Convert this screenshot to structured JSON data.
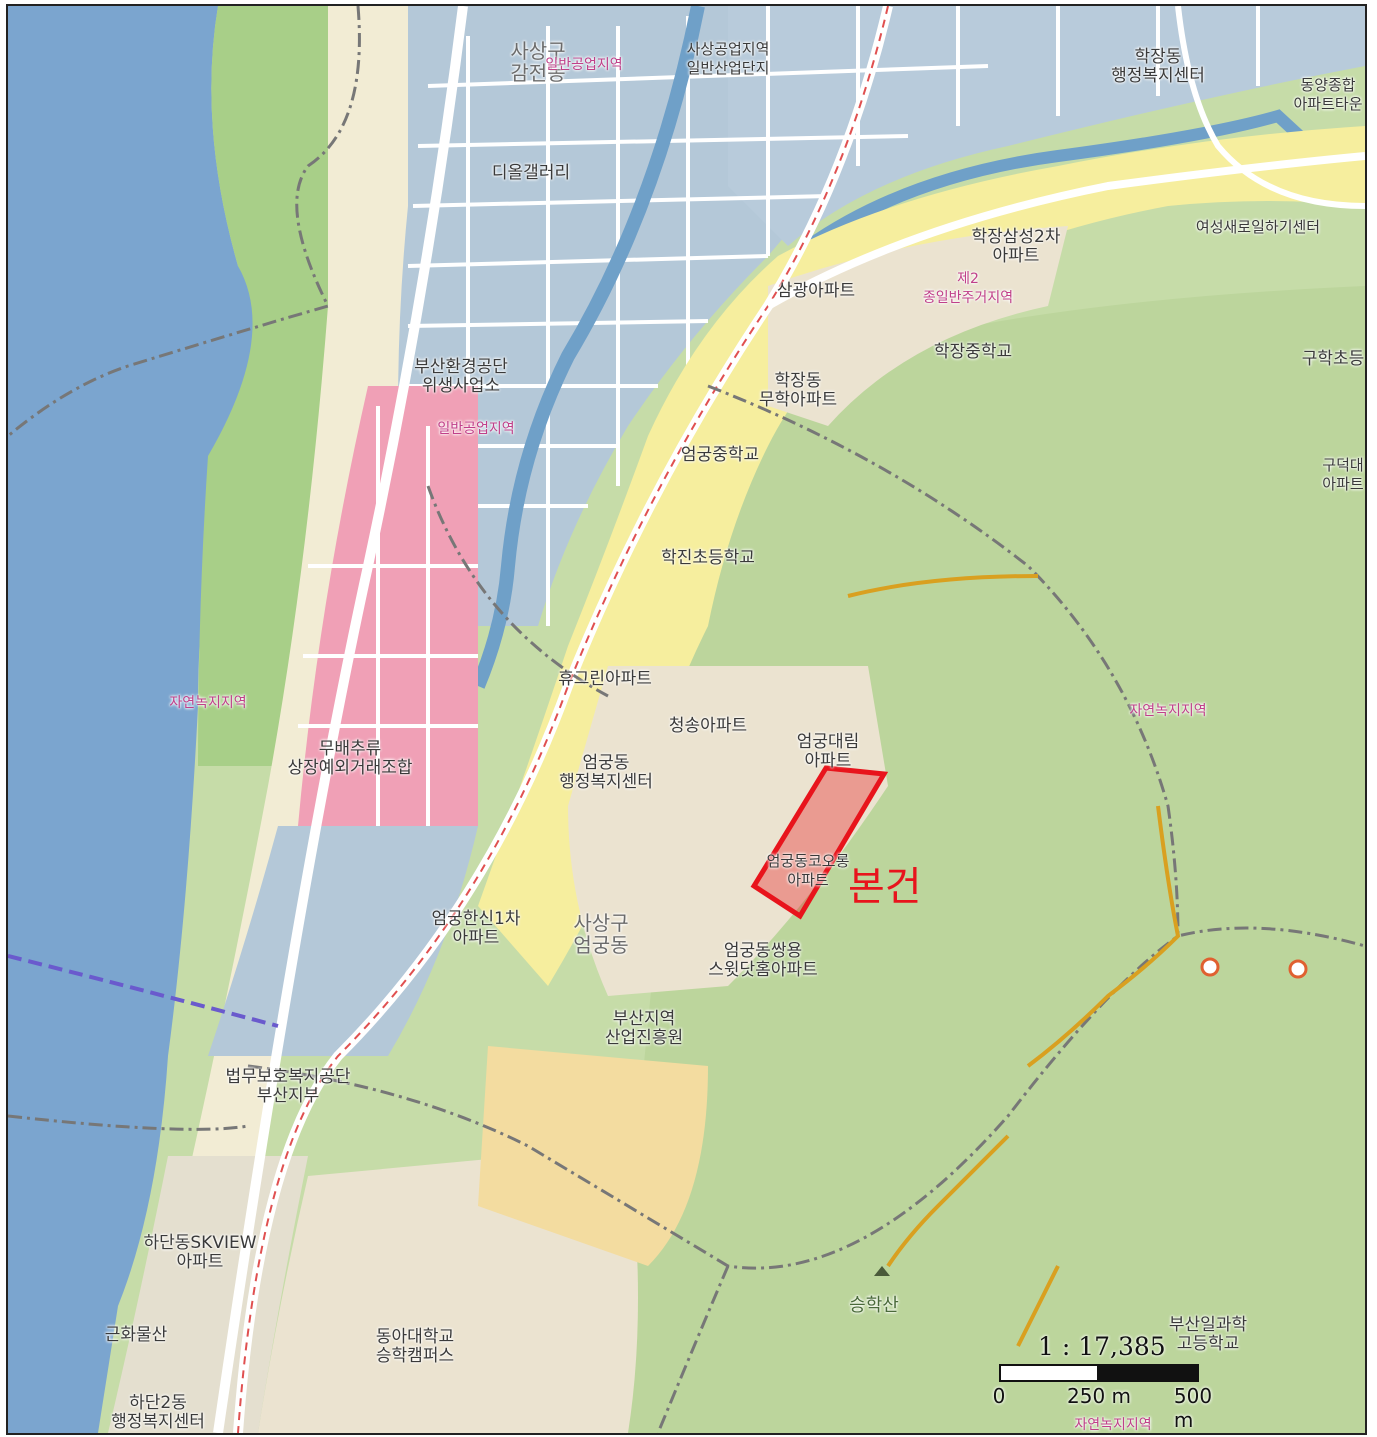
{
  "subject_label": "본건",
  "scale": {
    "ratio": "1 : 17,385",
    "ticks": [
      "0",
      "250 m",
      "500 m"
    ]
  },
  "places": {
    "sasang_gamjeon": "사상구\n감전동",
    "sasang_industrial": "사상공업지역\n일반산업단지",
    "hakjang_office": "학장동\n행정복지센터",
    "dongyang_apt": "동양종합\n아파트타운",
    "diol_gallery": "디올갤러리",
    "hakjang_samsung": "학장삼성2차\n아파트",
    "yeoseong_center": "여성새로일하기센터",
    "samgwang_apt": "삼광아파트",
    "hakjang_middle": "학장중학교",
    "guhak_elem": "구학초등",
    "busan_env": "부산환경공단\n위생사업소",
    "hakjang_muhak": "학장동\n무학아파트",
    "eomgung_middle": "엄궁중학교",
    "gudeok_apt": "구덕대\n아파트",
    "hakjin_elem": "학진초등학교",
    "hugreen_apt": "휴그린아파트",
    "cheongsong_apt": "청송아파트",
    "eomgung_daerim": "엄궁대림\n아파트",
    "eomgung_office": "엄궁동\n행정복지센터",
    "agri_market": "무배추류\n상장예외거래조합",
    "eomgung_corolla": "엄궁동코오롱\n아파트",
    "eomgung_hanshin": "엄궁한신1차\n아파트",
    "sasang_eomgung": "사상구\n엄궁동",
    "eomgung_ssangyong": "엄궁동쌍용\n스윗닷홈아파트",
    "busan_industry": "부산지역\n산업진흥원",
    "legal_welfare": "법무보호복지공단\n부산지부",
    "hadan_skview": "하단동SKVIEW\n아파트",
    "seunghak_mt": "승학산",
    "busan_ilgwa": "부산일과학\n고등학교",
    "geunhwa_mt": "근화물산",
    "donga_univ": "동아대학교\n승학캠퍼스",
    "hadan2_office": "하단2동\n행정복지센터"
  },
  "zones": {
    "z_industrial_top": "일반공업지역",
    "z_industrial_mid": "일반공업지역",
    "z_residential2": "제2\n종일반주거지역",
    "z_green_left": "자연녹지지역",
    "z_green_right": "자연녹지지역",
    "z_green_bottom": "자연녹지지역"
  },
  "colors": {
    "river": "#7ba5cf",
    "industrial": "#b4c8d8",
    "commercial": "#f0a0b6",
    "residential": "#f6ee9e",
    "forest": "#c2d9a4",
    "subject": "#e8141c"
  }
}
